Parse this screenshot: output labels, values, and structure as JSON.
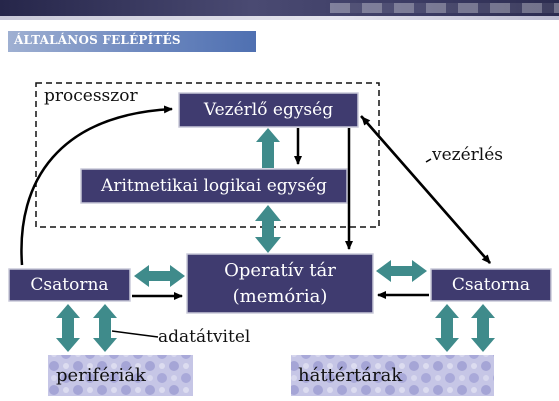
{
  "heading": "ÁLTALÁNOS FELÉPÍTÉS",
  "diagram": {
    "processor_label": "processzor",
    "control_unit": "Vezérlő egység",
    "alu": "Aritmetikai logikai egység",
    "memory_line1": "Operatív tár",
    "memory_line2": "(memória)",
    "channel_left": "Csatorna",
    "channel_right": "Csatorna",
    "control_label": "vezérlés",
    "data_transfer_label": "adatátvitel",
    "peripherals": "perifériák",
    "storage": "háttértárak"
  },
  "colors": {
    "box_fill": "#3f3b6f",
    "arrow_teal": "#3f8b8b",
    "heading_band": "#6d88bf"
  }
}
